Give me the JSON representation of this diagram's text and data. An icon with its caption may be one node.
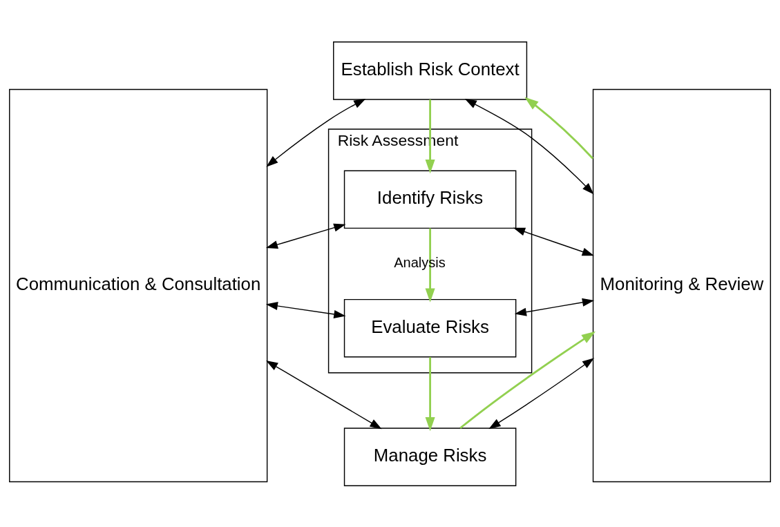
{
  "diagram": {
    "nodes": [
      {
        "text": [
          "Communication & Consultation"
        ]
      },
      {
        "text": [
          "Establish Risk Context"
        ]
      },
      {
        "text": [
          "Risk Assessment"
        ]
      },
      {
        "text": [
          "Identify Risks"
        ],
        "in": 2
      },
      {
        "text": [
          "Evaluate Risks"
        ],
        "in": 2
      },
      {
        "text": [
          "Manage Risks"
        ]
      },
      {
        "text": [
          "Monitoring & Review"
        ]
      }
    ],
    "edges": [
      {
        "from": 0,
        "to": 1,
        "arrow": "both"
      },
      {
        "from": 1,
        "to": 6,
        "arrow": "both"
      },
      {
        "from": 0,
        "to": 3,
        "arrow": "both"
      },
      {
        "from": 3,
        "to": 6,
        "arrow": "both"
      },
      {
        "from": 0,
        "to": 4,
        "arrow": "both"
      },
      {
        "from": 4,
        "to": 6,
        "arrow": "both"
      },
      {
        "from": 0,
        "to": 5,
        "arrow": "both"
      },
      {
        "from": 5,
        "to": 6,
        "arrow": "both"
      },
      {
        "from": 6,
        "to": 1,
        "arrow": "to",
        "color": "#92d050"
      },
      {
        "from": 1,
        "to": 3,
        "arrow": "to",
        "color": "#92d050"
      },
      {
        "from": 3,
        "to": 4,
        "arrow": "to",
        "label": "Analysis",
        "color": "#92d050"
      },
      {
        "from": 4,
        "to": 5,
        "arrow": "to",
        "color": "#92d050"
      },
      {
        "from": 5,
        "to": 6,
        "arrow": "to",
        "color": "#92d050"
      }
    ]
  }
}
